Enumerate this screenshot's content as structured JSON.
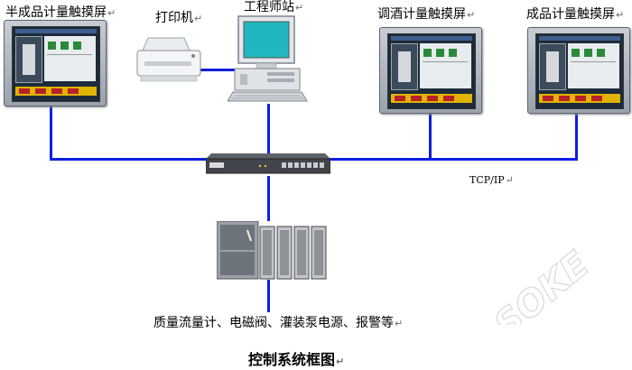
{
  "labels": {
    "semi_panel": "半成品计量触摸屏",
    "printer": "打印机",
    "workstation": "工程师站",
    "blend_panel": "调酒计量触摸屏",
    "product_panel": "成品计量触摸屏",
    "protocol": "TCP/IP",
    "field_devices": "质量流量计、电磁阀、灌装泵电源、报警等",
    "title": "控制系统框图",
    "mark": "↵"
  },
  "watermark": "SOKE",
  "colors": {
    "network_line": "#0b1fe0"
  }
}
